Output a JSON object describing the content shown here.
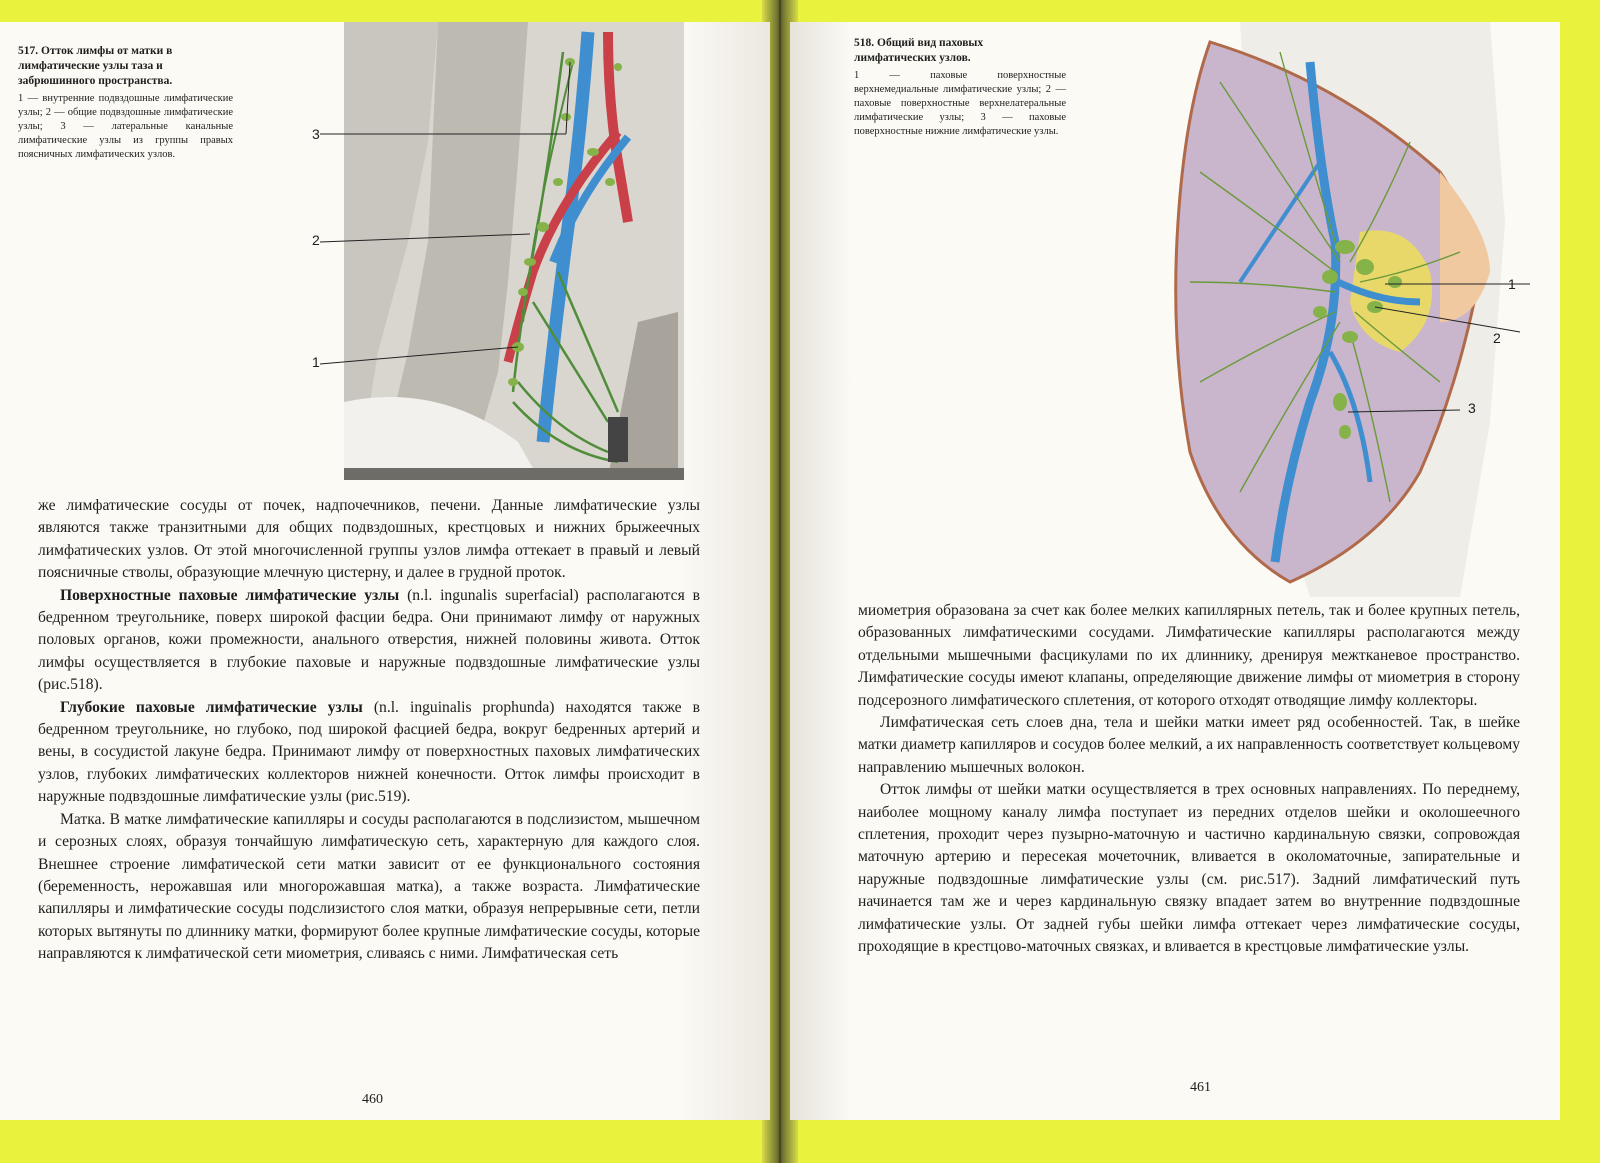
{
  "left": {
    "figure517": {
      "number": "517.",
      "title": "Отток лимфы от матки в лимфатические узлы таза и забрюшинного пространства.",
      "legend": "1 — внутренние подвздошные лимфатические узлы; 2 — общие подвздошные лимфатические узлы; 3 — латеральные канальные лимфатические узлы из группы правых поясничных лимфатических узлов.",
      "labels": [
        "3",
        "2",
        "1"
      ]
    },
    "paragraphs": {
      "p1": "же лимфатические сосуды от почек, надпочечников, печени. Данные лимфатические узлы являются также транзитными для общих подвздошных, крестцовых и нижних брыжеечных лимфатических узлов. От этой многочисленной группы узлов лимфа оттекает в правый и левый поясничные стволы, образующие млечную цистерну, и далее в грудной проток.",
      "p2_term": "Поверхностные паховые лимфатические узлы",
      "p2_rest": " (n.l. ingunalis superfacial) располагаются в бедренном треугольнике, поверх широкой фасции бедра. Они принимают лимфу от наружных половых органов, кожи промежности, анального отверстия, нижней половины живота. Отток лимфы осуществляется в глубокие паховые и наружные подвздошные лимфатические узлы (рис.518).",
      "p3_term": "Глубокие паховые лимфатические узлы",
      "p3_rest": " (n.l. inguinalis prophunda) находятся также в бедренном треугольнике, но глубоко, под широкой фасцией бедра, вокруг бедренных артерий и вены, в сосудистой лакуне бедра. Принимают лимфу от поверхностных паховых лимфатических узлов, глубоких лимфатических коллекторов нижней конечности. Отток лимфы происходит в наружные подвздошные лимфатические узлы (рис.519).",
      "p4": "Матка. В матке лимфатические капилляры и сосуды располагаются в подслизистом, мышечном и серозных слоях, образуя тончайшую лимфатическую сеть, характерную для каждого слоя. Внешнее строение лимфатической сети матки зависит от ее функционального состояния (беременность, нерожавшая или многорожавшая матка), а также возраста. Лимфатические капилляры и лимфатические сосуды подслизистого слоя матки, образуя непрерывные сети, петли которых вытянуты по длиннику матки, формируют более крупные лимфатические сосуды, которые направляются к лимфатической сети миометрия, сливаясь с ними. Лимфатическая сеть"
    },
    "page_number": "460"
  },
  "right": {
    "figure518": {
      "number": "518.",
      "title": "Общий вид паховых лимфатических узлов.",
      "legend": "1 — паховые поверхностные верхнемедиальные лимфатические узлы; 2 — паховые поверхностные верхнелатеральные лимфатические узлы; 3 — паховые поверхностные нижние лимфатические узлы.",
      "labels": [
        "1",
        "2",
        "3"
      ]
    },
    "paragraphs": {
      "p1": "миометрия образована за счет как более мелких капиллярных петель, так и более крупных петель, образованных лимфатическими сосудами. Лимфатические капилляры располагаются между отдельными мышечными фасцикулами по их длиннику, дренируя межтканевое пространство. Лимфатические сосуды имеют клапаны, определяющие движение лимфы от миометрия в сторону подсерозного лимфатического сплетения, от которого отходят отводящие лимфу коллекторы.",
      "p2": "Лимфатическая сеть слоев дна, тела и шейки матки имеет ряд особенностей. Так, в шейке матки диаметр капилляров и сосудов более мелкий, а их направленность соответствует кольцевому направлению мышечных волокон.",
      "p3": "Отток лимфы от шейки матки осуществляется в трех основных направлениях. По переднему, наиболее мощному каналу лимфа поступает из передних отделов шейки и околошеечного сплетения, проходит через пузырно-маточную и частично кардинальную связки, сопровождая маточную артерию и пересекая мочеточник, вливается в околоматочные, запирательные и наружные подвздошные лимфатические узлы (см. рис.517). Задний лимфатический путь начинается там же и через кардинальную связку впадает затем во внутренние подвздошные лимфатические узлы. От задней губы шейки лимфа оттекает через лимфатические сосуды, проходящие в крестцово-маточных связках, и вливается в крестцовые лимфатические узлы."
    },
    "page_number": "461"
  }
}
